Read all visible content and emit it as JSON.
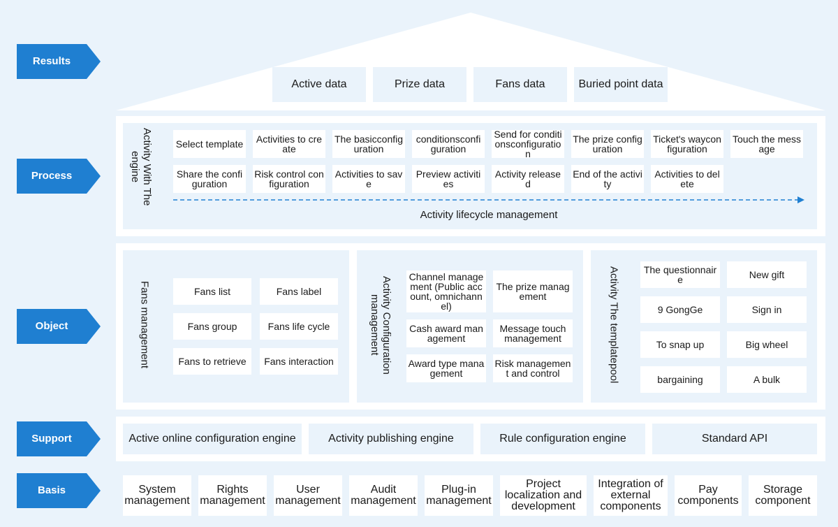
{
  "colors": {
    "accent": "#1f7fd1",
    "background": "#eaf3fb",
    "panel": "#ffffff"
  },
  "labels": {
    "results": "Results",
    "process": "Process",
    "object": "Object",
    "support": "Support",
    "basis": "Basis"
  },
  "results": [
    "Active data",
    "Prize data",
    "Fans data",
    "Buried point data"
  ],
  "process": {
    "side_title": "Activity With The engine",
    "row1": [
      "Select template",
      "Activities to create",
      "The basicconfiguration",
      "conditionsconfiguration",
      "Send for conditionsconfiguration",
      "The prize configuration",
      "Ticket's wayconfiguration",
      "Touch the message"
    ],
    "row2": [
      "Share the configuration",
      "Risk control configuration",
      "Activities to save",
      "Preview activities",
      "Activity released",
      "End of the activity",
      "Activities to delete"
    ],
    "lifecycle": "Activity lifecycle management"
  },
  "object": {
    "fans": {
      "title": "Fans management",
      "items": [
        "Fans list",
        "Fans label",
        "Fans group",
        "Fans life cycle",
        "Fans to retrieve",
        "Fans interaction"
      ]
    },
    "config": {
      "title": "Activity Configuration management",
      "items": [
        "Channel management (Public account, omnichannel)",
        "The prize management",
        "Cash award management",
        "Message touch management",
        "Award type management",
        "Risk management and control"
      ]
    },
    "template": {
      "title": "Activity The templatepool",
      "items": [
        "The questionnaire",
        "New gift",
        "9 GongGe",
        "Sign in",
        "To snap up",
        "Big wheel",
        "bargaining",
        "A bulk"
      ]
    }
  },
  "support": [
    "Active online configuration engine",
    "Activity publishing engine",
    "Rule configuration engine",
    "Standard API"
  ],
  "basis": [
    "System management",
    "Rights management",
    "User management",
    "Audit management",
    "Plug-in management",
    "Project localization and development",
    "Integration of external components",
    "Pay components",
    "Storage component"
  ]
}
